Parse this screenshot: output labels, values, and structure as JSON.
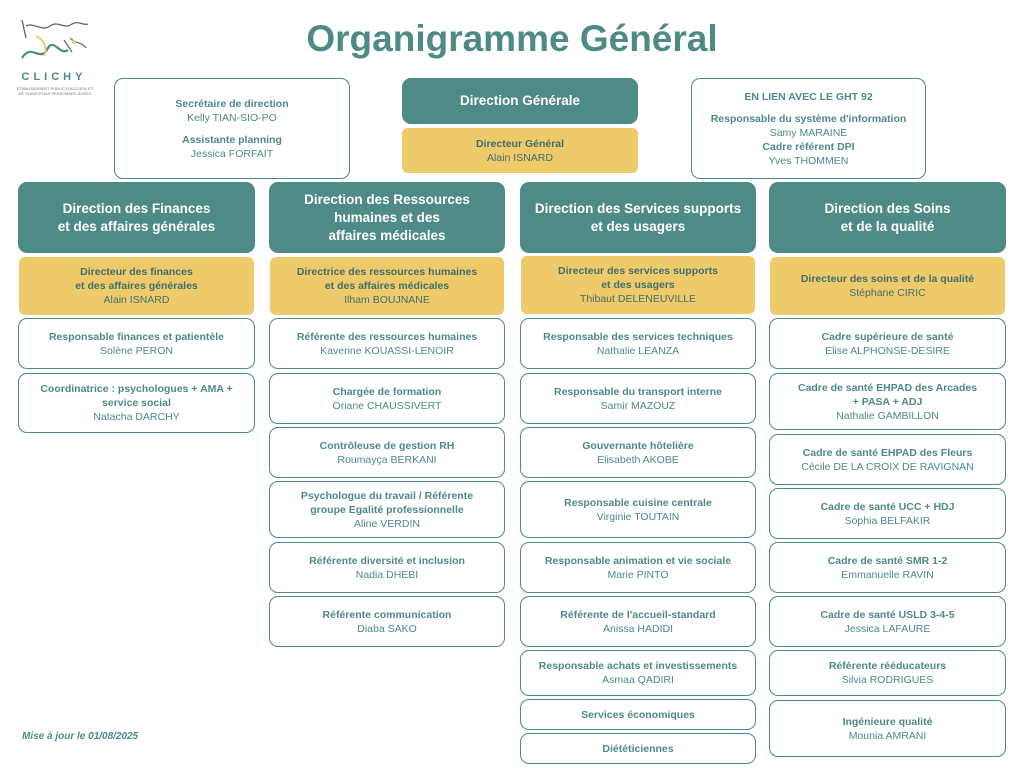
{
  "title": "Organigramme Général",
  "logo": {
    "text": "CLICHY",
    "subtext": "ÉTABLISSEMENT PUBLIC D'ACCUEIL ET DE SOINS POUR PERSONNES ÂGÉES"
  },
  "footer": "Mise à jour le 01/08/2025",
  "colors": {
    "teal": "#4e8a86",
    "gold": "#efca6a"
  },
  "top_left": [
    {
      "role": "Secrétaire de direction",
      "name": "Kelly TIAN-SIO-PO"
    },
    {
      "role": "Assistante planning",
      "name": "Jessica FORFAIT"
    }
  ],
  "direction_generale": {
    "header": "Direction Générale",
    "role": "Directeur Général",
    "name": "Alain ISNARD"
  },
  "top_right": {
    "header": "EN LIEN AVEC LE GHT 92",
    "items": [
      {
        "role": "Responsable du système d'information",
        "name": "Samy MARAINE"
      },
      {
        "role": "Cadre référent DPI",
        "name": "Yves THOMMEN"
      }
    ]
  },
  "columns": [
    {
      "header": "Direction des Finances\net des affaires générales",
      "director": {
        "role": "Directeur des finances\net des affaires générales",
        "name": "Alain ISNARD"
      },
      "items": [
        {
          "role": "Responsable finances et patientèle",
          "name": "Solène PERON"
        },
        {
          "role": "Coordinatrice : psychologues + AMA +\nservice social",
          "name": "Natacha DARCHY"
        }
      ]
    },
    {
      "header": "Direction des Ressources\nhumaines et des\naffaires médicales",
      "director": {
        "role": "Directrice des ressources humaines\net des affaires médicales",
        "name": "Ilham BOUJNANE"
      },
      "items": [
        {
          "role": "Référente des ressources humaines",
          "name": "Kaverine KOUASSI-LENOIR"
        },
        {
          "role": "Chargée de formation",
          "name": "Oriane CHAUSSIVERT"
        },
        {
          "role": "Contrôleuse de gestion RH",
          "name": "Roumayça BERKANI"
        },
        {
          "role": "Psychologue du travail / Référente\ngroupe Egalité professionnelle",
          "name": "Aline VERDIN"
        },
        {
          "role": "Référente diversité et inclusion",
          "name": "Nadia DHEBI"
        },
        {
          "role": "Référente communication",
          "name": "Diaba SAKO"
        }
      ]
    },
    {
      "header": "Direction des Services supports\net des usagers",
      "director": {
        "role": "Directeur des services supports\net des usagers",
        "name": "Thibaut DELENEUVILLE"
      },
      "items": [
        {
          "role": "Responsable des services techniques",
          "name": "Nathalie LEANZA"
        },
        {
          "role": "Responsable du transport interne",
          "name": "Samir MAZOUZ"
        },
        {
          "role": "Gouvernante hôtelière",
          "name": "Elisabeth AKOBE"
        },
        {
          "role": "Responsable cuisine centrale",
          "name": "Virginie TOUTAIN"
        },
        {
          "role": "Responsable animation et vie sociale",
          "name": "Marie PINTO"
        },
        {
          "role": "Référente de l'accueil-standard",
          "name": "Anissa HADIDI"
        },
        {
          "role": "Responsable achats et investissements",
          "name": "Asmaa QADIRI"
        },
        {
          "role": "Services économiques",
          "name": ""
        },
        {
          "role": "Diététiciennes",
          "name": ""
        }
      ]
    },
    {
      "header": "Direction des Soins\net de la qualité",
      "director": {
        "role": "Directeur des soins et de la qualité",
        "name": "Stéphane CIRIC"
      },
      "items": [
        {
          "role": "Cadre supérieure de santé",
          "name": "Elise ALPHONSE-DESIRE"
        },
        {
          "role": "Cadre de santé EHPAD des Arcades\n+ PASA + ADJ",
          "name": "Nathalie GAMBILLON"
        },
        {
          "role": "Cadre de santé EHPAD des Fleurs",
          "name": "Cécile DE LA CROIX DE RAVIGNAN"
        },
        {
          "role": "Cadre de santé UCC + HDJ",
          "name": "Sophia BELFAKIR"
        },
        {
          "role": "Cadre de santé SMR 1-2",
          "name": "Emmanuelle RAVIN"
        },
        {
          "role": "Cadre de santé USLD 3-4-5",
          "name": "Jessica LAFAURE"
        },
        {
          "role": "Référente rééducateurs",
          "name": "Silvia RODRIGUES"
        },
        {
          "role": "Ingénieure qualité",
          "name": "Mounia AMRANI"
        }
      ]
    }
  ]
}
